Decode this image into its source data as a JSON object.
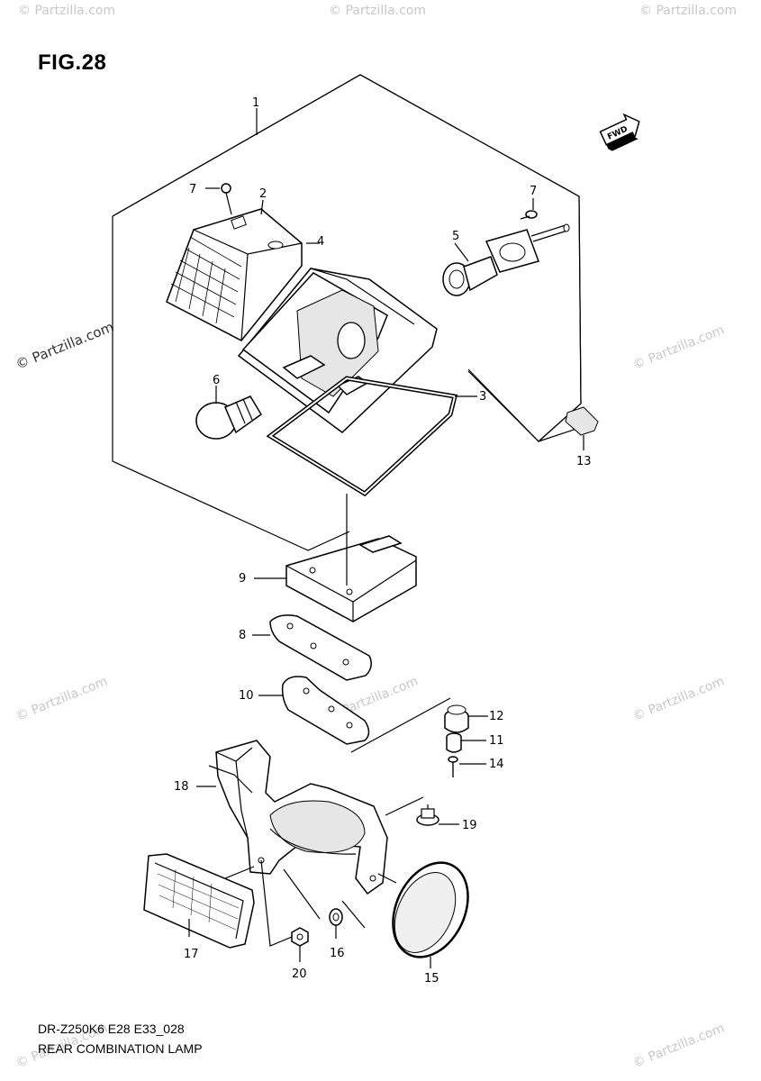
{
  "figure": {
    "title": "FIG.28"
  },
  "footer": {
    "model_code": "DR-Z250K6 E28 E33_028",
    "name": "REAR COMBINATION LAMP"
  },
  "fwd_label": "FWD",
  "watermark": "© Partzilla.com",
  "callouts": [
    {
      "id": "1",
      "label": "1"
    },
    {
      "id": "2",
      "label": "2"
    },
    {
      "id": "3",
      "label": "3"
    },
    {
      "id": "4",
      "label": "4"
    },
    {
      "id": "5",
      "label": "5"
    },
    {
      "id": "6",
      "label": "6"
    },
    {
      "id": "7a",
      "label": "7"
    },
    {
      "id": "7b",
      "label": "7"
    },
    {
      "id": "8",
      "label": "8"
    },
    {
      "id": "9",
      "label": "9"
    },
    {
      "id": "10",
      "label": "10"
    },
    {
      "id": "11",
      "label": "11"
    },
    {
      "id": "12",
      "label": "12"
    },
    {
      "id": "13",
      "label": "13"
    },
    {
      "id": "14",
      "label": "14"
    },
    {
      "id": "15",
      "label": "15"
    },
    {
      "id": "16",
      "label": "16"
    },
    {
      "id": "17",
      "label": "17"
    },
    {
      "id": "18",
      "label": "18"
    },
    {
      "id": "19",
      "label": "19"
    },
    {
      "id": "20",
      "label": "20"
    }
  ]
}
